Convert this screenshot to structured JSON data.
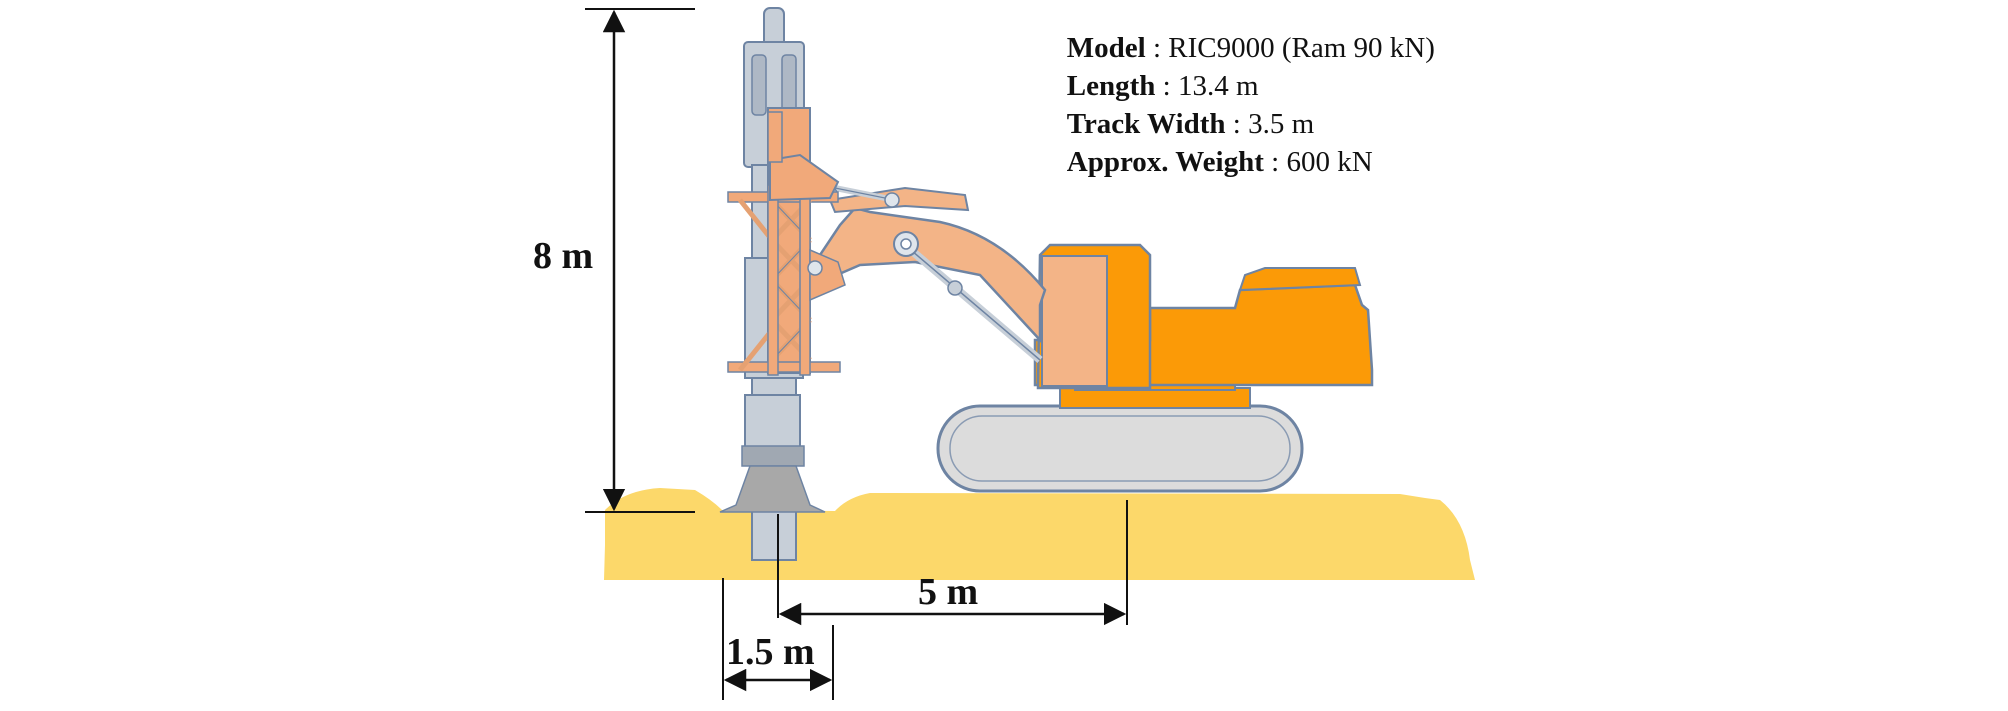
{
  "specs": {
    "model_label": "Model",
    "model_value": "RIC9000 (Ram 90 kN)",
    "length_label": "Length",
    "length_value": "13.4 m",
    "track_width_label": "Track Width",
    "track_width_value": "3.5 m",
    "weight_label": "Approx. Weight",
    "weight_value": "600 kN",
    "separator": " : "
  },
  "dimensions": {
    "height": "8 m",
    "reach": "5 m",
    "offset": "1.5 m"
  },
  "colors": {
    "ground": "#fcd86a",
    "body_orange": "#fb9a07",
    "arm_salmon": "#f3b487",
    "mast_salmon": "#f1a97a",
    "hammer_gray": "#c7cfd8",
    "track_gray": "#dcdcdc",
    "outline": "#6e84a3",
    "base_gray": "#a8a8a8",
    "dim_line": "#111111"
  }
}
